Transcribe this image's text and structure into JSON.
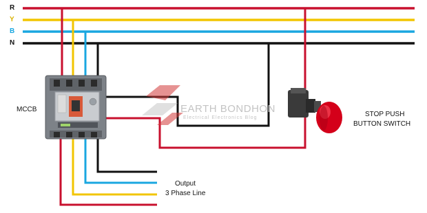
{
  "phases": [
    {
      "id": "R",
      "label": "R",
      "color": "#c8102e"
    },
    {
      "id": "Y",
      "label": "Y",
      "color": "#f2c500"
    },
    {
      "id": "B",
      "label": "B",
      "color": "#1aa7e0"
    },
    {
      "id": "N",
      "label": "N",
      "color": "#111111"
    }
  ],
  "labels": {
    "mccb": "MCCB",
    "switch_line1": "STOP PUSH",
    "switch_line2": "BUTTON SWITCH",
    "output_line1": "Output",
    "output_line2": "3 Phase Line"
  },
  "watermark": {
    "brand": "EARTH BONDHON",
    "tagline": "Electrical Electronics Blog"
  },
  "colors": {
    "mccb_body": "#7d8288",
    "mccb_face": "#c9ccd0",
    "switch_body": "#3a3a3a",
    "switch_button": "#d4001a"
  }
}
